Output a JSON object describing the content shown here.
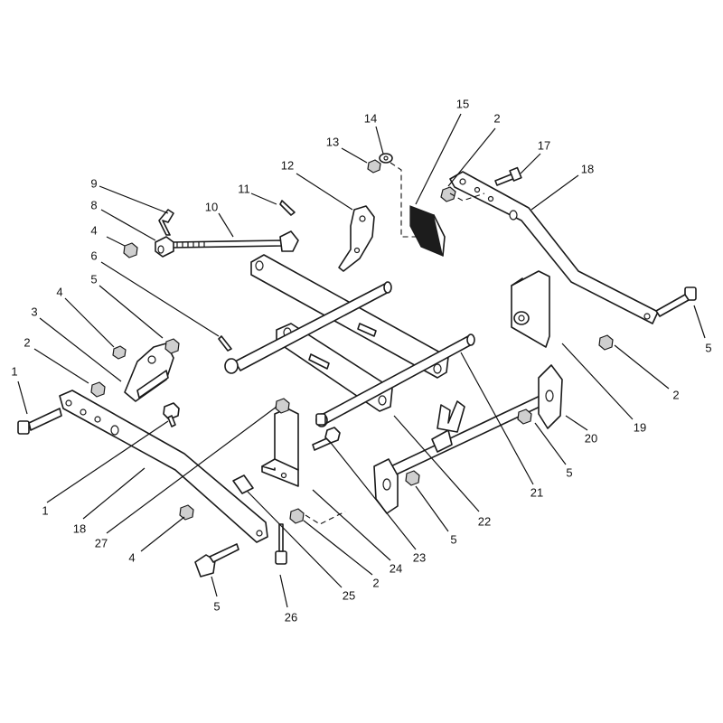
{
  "callouts": [
    {
      "id": "c1",
      "text": "1"
    },
    {
      "id": "c2",
      "text": "2"
    },
    {
      "id": "c3",
      "text": "3"
    },
    {
      "id": "c4",
      "text": "4"
    },
    {
      "id": "c5",
      "text": "5"
    },
    {
      "id": "c6",
      "text": "6"
    },
    {
      "id": "c7",
      "text": "4"
    },
    {
      "id": "c8",
      "text": "8"
    },
    {
      "id": "c9",
      "text": "9"
    },
    {
      "id": "c10",
      "text": "10"
    },
    {
      "id": "c11",
      "text": "11"
    },
    {
      "id": "c12",
      "text": "12"
    },
    {
      "id": "c13",
      "text": "13"
    },
    {
      "id": "c14",
      "text": "14"
    },
    {
      "id": "c15",
      "text": "15"
    },
    {
      "id": "c16",
      "text": "2"
    },
    {
      "id": "c17",
      "text": "17"
    },
    {
      "id": "c18",
      "text": "18"
    },
    {
      "id": "c19",
      "text": "5"
    },
    {
      "id": "c20",
      "text": "2"
    },
    {
      "id": "c21",
      "text": "19"
    },
    {
      "id": "c22",
      "text": "20"
    },
    {
      "id": "c23",
      "text": "5"
    },
    {
      "id": "c24",
      "text": "21"
    },
    {
      "id": "c25",
      "text": "22"
    },
    {
      "id": "c26",
      "text": "5"
    },
    {
      "id": "c27",
      "text": "23"
    },
    {
      "id": "c28",
      "text": "24"
    },
    {
      "id": "c29",
      "text": "2"
    },
    {
      "id": "c30",
      "text": "25"
    },
    {
      "id": "c31",
      "text": "26"
    },
    {
      "id": "c32",
      "text": "5"
    },
    {
      "id": "c33",
      "text": "4"
    },
    {
      "id": "c34",
      "text": "27"
    },
    {
      "id": "c35",
      "text": "18"
    },
    {
      "id": "c36",
      "text": "1"
    }
  ]
}
